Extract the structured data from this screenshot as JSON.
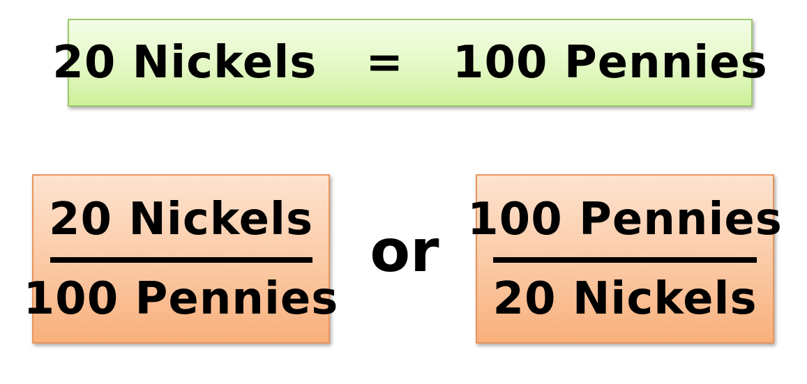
{
  "equation": {
    "left": "20 Nickels",
    "sign": "=",
    "right": "100 Pennies"
  },
  "fraction_left": {
    "numerator": "20 Nickels",
    "denominator": "100 Pennies"
  },
  "connector": "or",
  "fraction_right": {
    "numerator": "100 Pennies",
    "denominator": "20 Nickels"
  },
  "colors": {
    "equation_fill": "#e3f8c4",
    "equation_border": "#9bc86a",
    "fraction_fill": "#fbc8a3",
    "fraction_border": "#e8955c",
    "text": "#000000"
  }
}
